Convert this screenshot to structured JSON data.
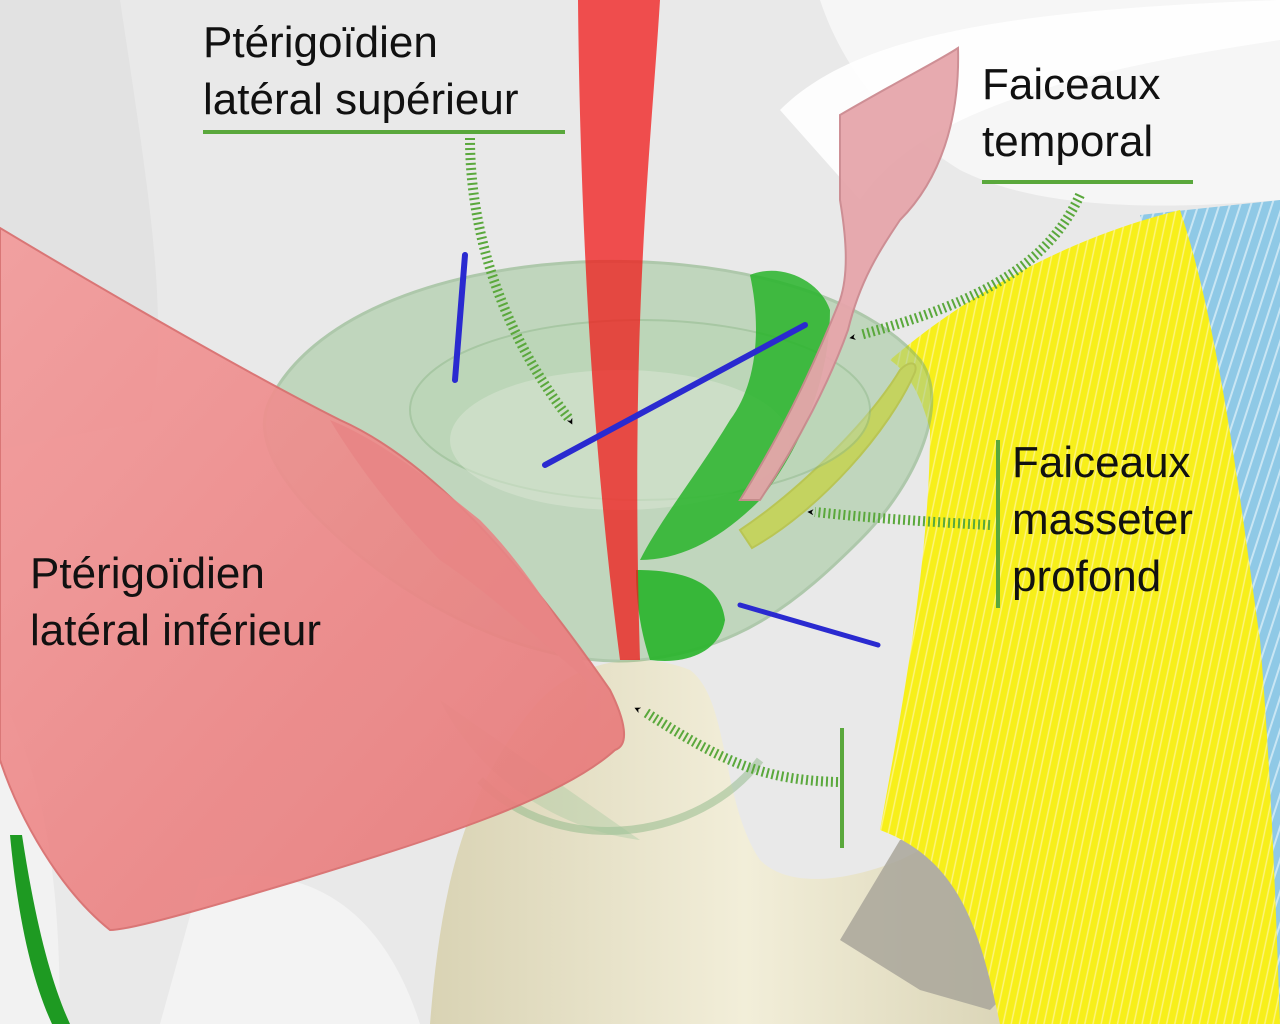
{
  "labels": {
    "superior": {
      "line1": "Ptérigoïdien",
      "line2": "latéral supérieur"
    },
    "temporal": {
      "line1": "Faiceaux",
      "line2": "temporal"
    },
    "masseter": {
      "line1": "Faiceaux",
      "line2": "masseter",
      "line3": "profond"
    },
    "inferior": {
      "line1": "Ptérigoïdien",
      "line2": "latéral inférieur"
    }
  },
  "colors": {
    "background": "#e9e9e9",
    "pterygoid_muscle": "#ef7f7f",
    "masseter_muscle": "#f7ef1a",
    "temporal_muscle": "#e6a6ab",
    "capsule": "#9fc79a",
    "disc_band": "#28b42a",
    "condyle": "#e8e3c8",
    "axis_blue": "#2a2ad0",
    "axis_red": "#f01818",
    "leader_green": "#5aa83c",
    "arrowhead": "#000000",
    "skin_blue": "#8fc9e6"
  },
  "icons": [
    "arrowhead-icon"
  ]
}
